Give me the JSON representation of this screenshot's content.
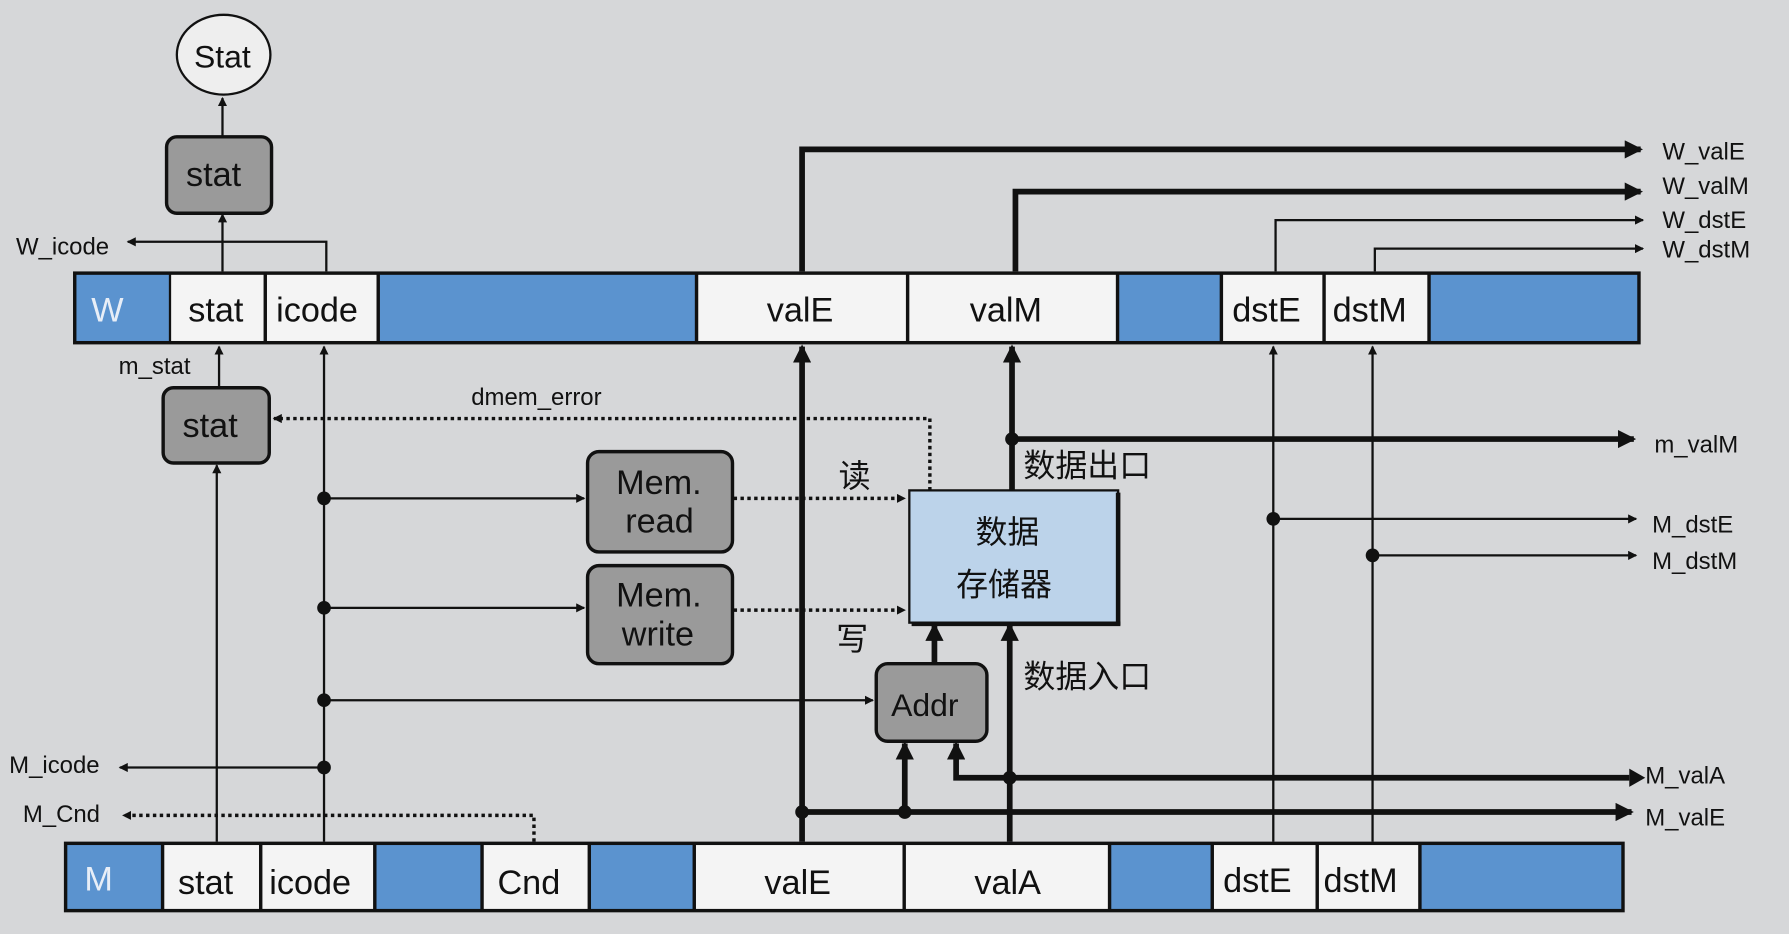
{
  "status_ellipse": "Stat",
  "w_stage_stat": "stat",
  "m_stage_stat": "stat",
  "mem_read": [
    "Mem.",
    "read"
  ],
  "mem_write": [
    "Mem.",
    "write"
  ],
  "data_memory": [
    "数据",
    "存储器"
  ],
  "addr": "Addr",
  "w_register": {
    "cells": [
      "W",
      "stat",
      "icode",
      "",
      "valE",
      "valM",
      "",
      "dstE",
      "dstM",
      ""
    ]
  },
  "m_register": {
    "cells": [
      "M",
      "stat",
      "icode",
      "",
      "Cnd",
      "",
      "valE",
      "valA",
      "",
      "dstE",
      "dstM",
      ""
    ]
  },
  "labels": {
    "w_icode": "W_icode",
    "m_stat": "m_stat",
    "dmem_error": "dmem_error",
    "read": "读",
    "write": "写",
    "data_out": "数据出口",
    "data_in": "数据入口",
    "m_icode": "M_icode",
    "m_cnd": "M_Cnd",
    "w_vale": "W_valE",
    "w_valm": "W_valM",
    "w_dste": "W_dstE",
    "w_dstm": "W_dstM",
    "m_valm": "m_valM",
    "m_dste": "M_dstE",
    "m_dstm": "M_dstM",
    "m_vala": "M_valA",
    "m_vale": "M_valE"
  },
  "colors": {
    "register_blue": "#5b93cf",
    "memory_blue": "#bcd3ea",
    "logic_gray": "#9a9a9a"
  }
}
